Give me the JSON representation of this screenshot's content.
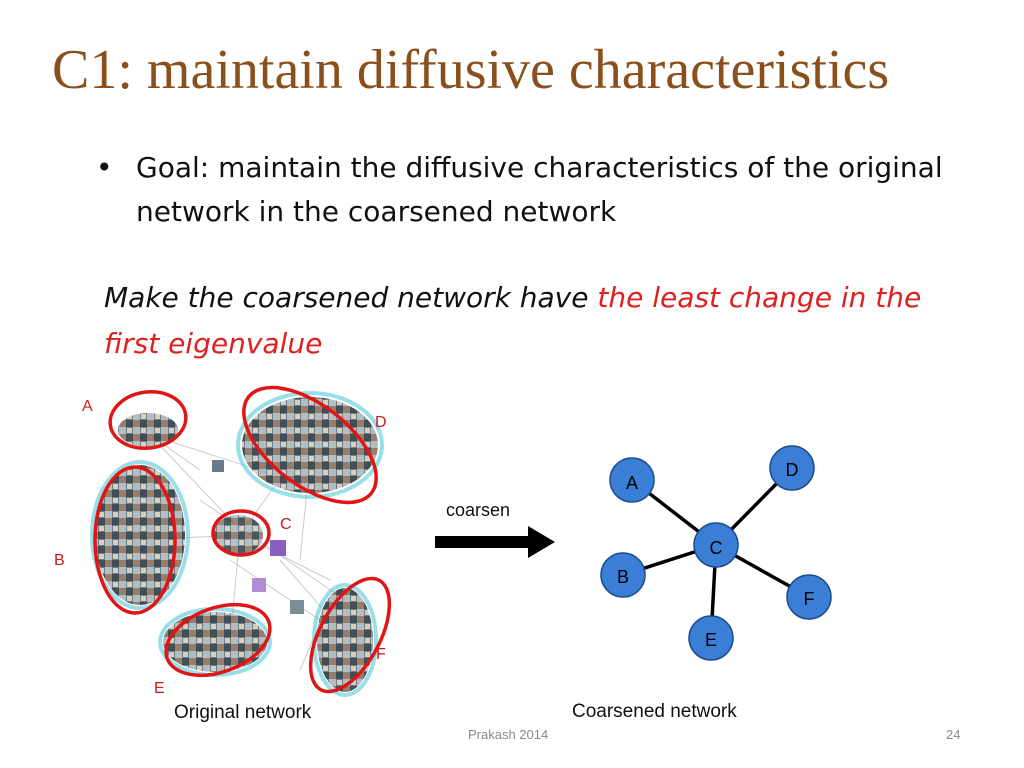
{
  "slide": {
    "title": "C1: maintain diffusive characteristics",
    "bullet": "Goal:  maintain the diffusive characteristics of the original network in the coarsened network",
    "emphasis_prefix": "Make the coarsened network have ",
    "emphasis_highlight": "the least change in the first eigenvalue",
    "colors": {
      "title": "#8b4f1b",
      "highlight": "#e02020",
      "node_fill": "#3a7fd5"
    }
  },
  "figure": {
    "original_labels": [
      "A",
      "B",
      "C",
      "D",
      "E",
      "F"
    ],
    "original_caption": "Original network",
    "arrow_label": "coarsen",
    "coarsened_caption": "Coarsened network",
    "coarsened_nodes": [
      "A",
      "B",
      "C",
      "D",
      "E",
      "F"
    ]
  },
  "footer": {
    "center": "Prakash 2014",
    "page": "24"
  }
}
